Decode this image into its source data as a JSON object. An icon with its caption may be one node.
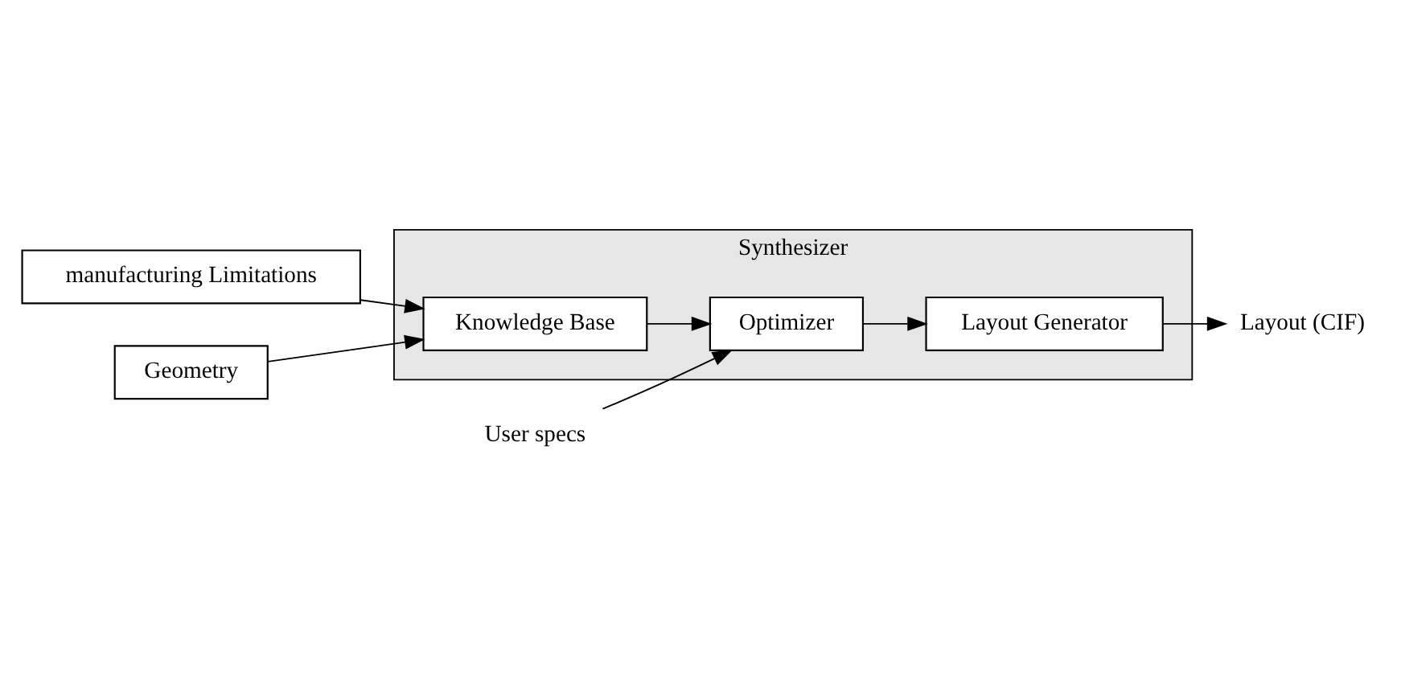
{
  "diagram": {
    "nodes": [
      {
        "text": [
          "Synthesizer"
        ]
      },
      {
        "text": [
          "User specs"
        ]
      },
      {
        "text": [
          "Optimizer"
        ],
        "in": 0
      },
      {
        "text": [
          "Layout Generator"
        ],
        "in": 0
      },
      {
        "text": [
          "Knowledge Base"
        ],
        "in": 0
      },
      {
        "text": [
          "Layout (CIF)"
        ]
      },
      {
        "text": [
          "manufacturing Limitations"
        ]
      },
      {
        "text": [
          "Geometry"
        ]
      }
    ],
    "edges": [
      {
        "from": 1,
        "to": 2,
        "arrow": "to"
      },
      {
        "from": 2,
        "to": 3,
        "arrow": "to"
      },
      {
        "from": 4,
        "to": 2,
        "arrow": "to"
      },
      {
        "from": 3,
        "to": 5,
        "arrow": "to"
      },
      {
        "from": 6,
        "to": 4,
        "arrow": "to"
      },
      {
        "from": 7,
        "to": 4,
        "arrow": "to"
      }
    ]
  }
}
